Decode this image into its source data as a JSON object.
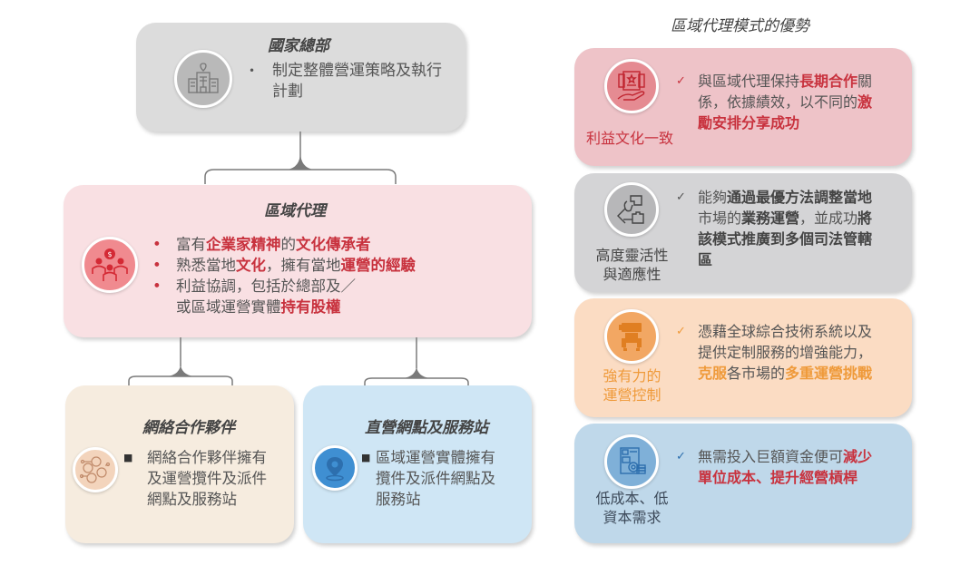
{
  "hq": {
    "title": "國家總部",
    "icon": "building-icon",
    "bullet": "制定整體營運策略及執行",
    "bullet_cont": "計劃"
  },
  "regional": {
    "title": "區域代理",
    "icon": "team-money-icon",
    "items": [
      {
        "parts": [
          {
            "t": "富有",
            "s": ""
          },
          {
            "t": "企業家精神",
            "s": "red"
          },
          {
            "t": "的",
            "s": ""
          },
          {
            "t": "文化傳承者",
            "s": "red"
          }
        ]
      },
      {
        "parts": [
          {
            "t": "熟悉當地",
            "s": ""
          },
          {
            "t": "文化",
            "s": "red"
          },
          {
            "t": "，擁有當地",
            "s": ""
          },
          {
            "t": "運營的經驗",
            "s": "red"
          }
        ]
      },
      {
        "parts": [
          {
            "t": "利益協調，包括於總部及／",
            "s": ""
          }
        ]
      },
      {
        "parts": [
          {
            "t": "或區域運營實體",
            "s": ""
          },
          {
            "t": "持有股權",
            "s": "red"
          }
        ]
      }
    ]
  },
  "network": {
    "title": "網絡合作夥伴",
    "icon": "network-people-icon",
    "lines": [
      "網絡合作夥伴擁有",
      "及運營攬件及派件",
      "網點及服務站"
    ]
  },
  "direct": {
    "title": "直營網點及服務站",
    "icon": "location-pin-icon",
    "lines": [
      "區域運營實體擁有",
      "攬件及派件網點及",
      "服務站"
    ]
  },
  "advantages": {
    "heading": "區域代理模式的優勢",
    "items": [
      {
        "label_lines": [
          "利益文化一致"
        ],
        "icon": "hand-certificate-icon",
        "lines": [
          [
            {
              "t": "與區域代理保持",
              "s": ""
            },
            {
              "t": "長期合作",
              "s": "red"
            },
            {
              "t": "關",
              "s": ""
            }
          ],
          [
            {
              "t": "係，依據績效，以不同的",
              "s": ""
            },
            {
              "t": "激",
              "s": "red"
            }
          ],
          [
            {
              "t": "勵安排分享成功",
              "s": "red"
            }
          ]
        ]
      },
      {
        "label_lines": [
          "高度靈活性",
          "與適應性"
        ],
        "icon": "hand-puzzle-icon",
        "lines": [
          [
            {
              "t": "能夠",
              "s": ""
            },
            {
              "t": "通過最優方法調整當地",
              "s": "dark"
            }
          ],
          [
            {
              "t": "市場的",
              "s": ""
            },
            {
              "t": "業務運營",
              "s": "dark"
            },
            {
              "t": "，並成功",
              "s": ""
            },
            {
              "t": "將",
              "s": "dark"
            }
          ],
          [
            {
              "t": "該模式推廣到多個司法管轄",
              "s": "dark"
            }
          ],
          [
            {
              "t": "區",
              "s": "dark"
            }
          ]
        ]
      },
      {
        "label_lines": [
          "強有力的",
          "運營控制"
        ],
        "icon": "robot-arm-icon",
        "lines": [
          [
            {
              "t": "憑藉全球綜合技術系統以及",
              "s": ""
            }
          ],
          [
            {
              "t": "提供定制服務的增強能力，",
              "s": ""
            }
          ],
          [
            {
              "t": "克服",
              "s": "orange"
            },
            {
              "t": "各市場的",
              "s": ""
            },
            {
              "t": "多重運營挑戰",
              "s": "orange"
            }
          ]
        ]
      },
      {
        "label_lines": [
          "低成本、低",
          "資本需求"
        ],
        "icon": "cost-document-icon",
        "lines": [
          [
            {
              "t": "無需投入巨額資金便可",
              "s": ""
            },
            {
              "t": "減少",
              "s": "red"
            }
          ],
          [
            {
              "t": "單位成本、提升經營槓桿",
              "s": "red"
            }
          ]
        ]
      }
    ]
  },
  "colors": {
    "hq_bg": "#dcdcdc",
    "regional_bg": "#f9e0e3",
    "network_bg": "#f6ecdf",
    "direct_bg": "#cfe6f5",
    "adv1_bg": "#eec3c8",
    "adv2_bg": "#d4d4d6",
    "adv3_bg": "#fbdcc3",
    "adv4_bg": "#bfd8ea",
    "accent_red": "#c8323e",
    "accent_orange": "#ef9a3a"
  }
}
